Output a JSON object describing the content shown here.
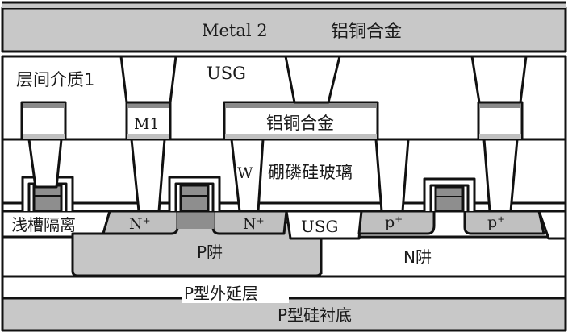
{
  "colors": {
    "metal": "#c8c8c8",
    "poly": "#8e8e8e",
    "well": "#c6c6c6",
    "diffusion": "#c0c0c0",
    "barrier": "#8a8a8a",
    "oxide": "#ffffff",
    "line": "#111111"
  },
  "labels": {
    "metal2": "Metal 2",
    "metal2_alloy": "铝铜合金",
    "ild1": "层间介质1",
    "usg_top": "USG",
    "m1": "M1",
    "m1_alloy": "铝铜合金",
    "tungsten": "W",
    "bpsg": "硼磷硅玻璃",
    "sti": "浅槽隔离",
    "nplus_1": "N⁺",
    "nplus_2": "N⁺",
    "usg_sti": "USG",
    "pplus_1": "p⁺",
    "pplus_2": "p⁺",
    "pwell": "P阱",
    "nwell": "N阱",
    "epi": "P型外延层",
    "substrate": "P型硅衬底"
  }
}
